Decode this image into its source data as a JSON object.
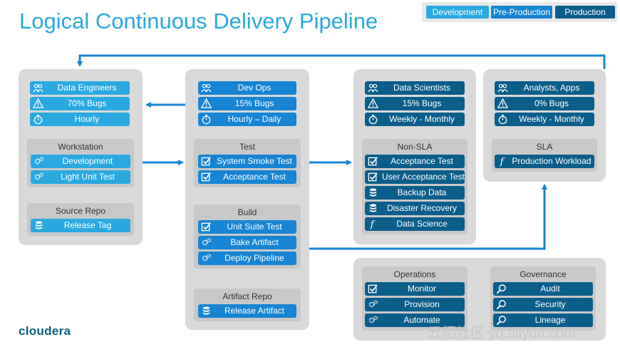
{
  "title": "Logical Continuous Delivery Pipeline",
  "legend": [
    "Development",
    "Pre-Production",
    "Production"
  ],
  "colors": {
    "development": "#29a9e0",
    "pre_production": "#1785d3",
    "production": "#0b5d8a",
    "arrow": "#1785d3"
  },
  "dev_column": {
    "roles": [
      {
        "icon": "people-icon",
        "label": "Data Engineers"
      },
      {
        "icon": "warning-icon",
        "label": "70% Bugs"
      },
      {
        "icon": "stopwatch-icon",
        "label": "Hourly"
      }
    ],
    "workstation": {
      "title": "Workstation",
      "items": [
        {
          "icon": "gears-icon",
          "label": "Development"
        },
        {
          "icon": "gears-icon",
          "label": "Light Unit Test"
        }
      ]
    },
    "source_repo": {
      "title": "Source Repo",
      "items": [
        {
          "icon": "database-icon",
          "label": "Release Tag"
        }
      ]
    }
  },
  "devops_column": {
    "roles": [
      {
        "icon": "people-icon",
        "label": "Dev Ops"
      },
      {
        "icon": "warning-icon",
        "label": "15% Bugs"
      },
      {
        "icon": "stopwatch-icon",
        "label": "Hourly – Daily"
      }
    ],
    "test": {
      "title": "Test",
      "items": [
        {
          "icon": "checkbox-icon",
          "label": "System Smoke Test"
        },
        {
          "icon": "checkbox-icon",
          "label": "Acceptance Test"
        }
      ]
    },
    "build": {
      "title": "Build",
      "items": [
        {
          "icon": "checkbox-icon",
          "label": "Unit Suite Test"
        },
        {
          "icon": "gears-icon",
          "label": "Bake Artifact"
        },
        {
          "icon": "gears-icon",
          "label": "Deploy Pipeline"
        }
      ]
    },
    "artifact_repo": {
      "title": "Artifact Repo",
      "items": [
        {
          "icon": "database-icon",
          "label": "Release Artifact"
        }
      ]
    }
  },
  "ds_column": {
    "roles": [
      {
        "icon": "people-icon",
        "label": "Data Scientists"
      },
      {
        "icon": "warning-icon",
        "label": "15% Bugs"
      },
      {
        "icon": "stopwatch-icon",
        "label": "Weekly - Monthly"
      }
    ],
    "non_sla": {
      "title": "Non-SLA",
      "items": [
        {
          "icon": "checkbox-icon",
          "label": "Acceptance Test"
        },
        {
          "icon": "checkbox-icon",
          "label": "User Acceptance Test"
        },
        {
          "icon": "database-icon",
          "label": "Backup Data"
        },
        {
          "icon": "database-icon",
          "label": "Disaster Recovery"
        },
        {
          "icon": "function-icon",
          "label": "Data Science"
        }
      ]
    }
  },
  "prod_column": {
    "roles": [
      {
        "icon": "people-icon",
        "label": "Analysts, Apps"
      },
      {
        "icon": "warning-icon",
        "label": "0% Bugs"
      },
      {
        "icon": "stopwatch-icon",
        "label": "Weekly - Monthly"
      }
    ],
    "sla": {
      "title": "SLA",
      "items": [
        {
          "icon": "function-icon",
          "label": "Production Workload"
        }
      ]
    }
  },
  "operations": {
    "title": "Operations",
    "items": [
      {
        "icon": "checkbox-icon",
        "label": "Monitor"
      },
      {
        "icon": "gears-icon",
        "label": "Provision"
      },
      {
        "icon": "gears-icon",
        "label": "Automate"
      }
    ]
  },
  "governance": {
    "title": "Governance",
    "items": [
      {
        "icon": "magnifier-icon",
        "label": "Audit"
      },
      {
        "icon": "magnifier-icon",
        "label": "Security"
      },
      {
        "icon": "magnifier-icon",
        "label": "Lineage"
      }
    ]
  },
  "logo": "cloudera",
  "watermark": "云栖社区 yq.aliyun.com"
}
